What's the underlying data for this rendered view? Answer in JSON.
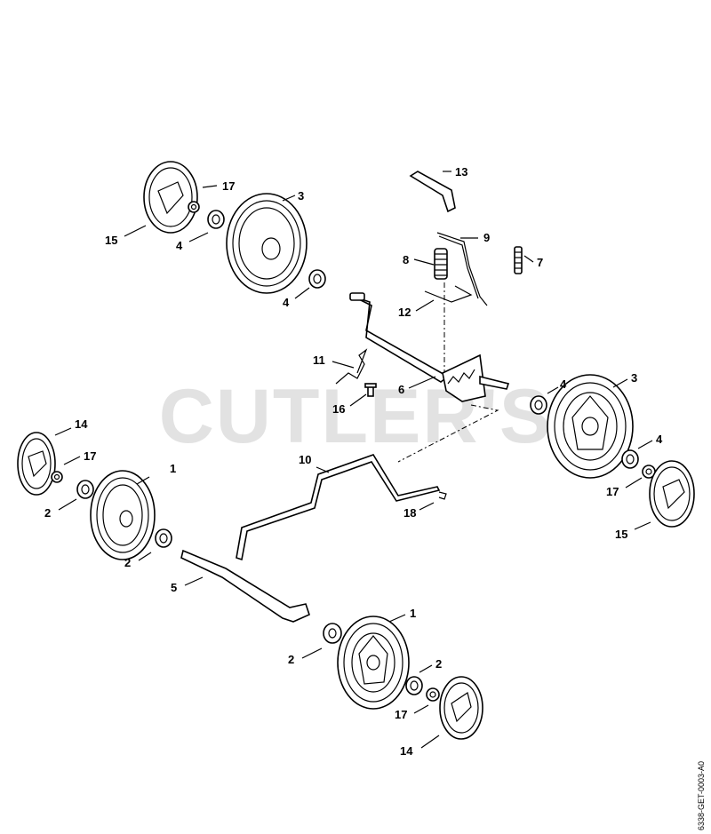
{
  "watermark": "CUTLER'S",
  "drawing_code": "6338-GET-0003-A0",
  "callouts": {
    "c1a": "1",
    "c1b": "1",
    "c2a": "2",
    "c2b": "2",
    "c2c": "2",
    "c2d": "2",
    "c3a": "3",
    "c3b": "3",
    "c4a": "4",
    "c4b": "4",
    "c4c": "4",
    "c4d": "4",
    "c5": "5",
    "c6": "6",
    "c7": "7",
    "c8": "8",
    "c9": "9",
    "c10": "10",
    "c11": "11",
    "c12": "12",
    "c13": "13",
    "c14a": "14",
    "c14b": "14",
    "c15a": "15",
    "c15b": "15",
    "c16": "16",
    "c17a": "17",
    "c17b": "17",
    "c17c": "17",
    "c17d": "17",
    "c18": "18"
  }
}
